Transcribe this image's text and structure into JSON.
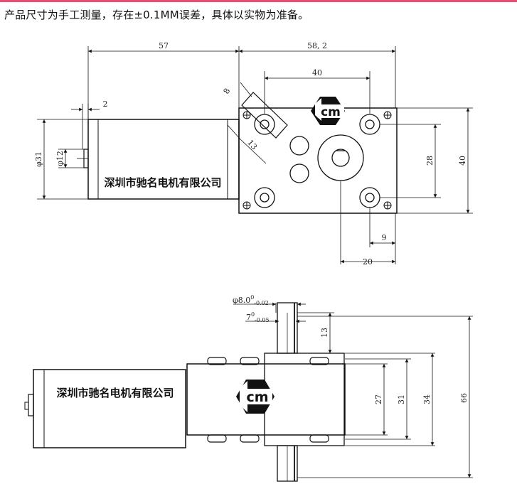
{
  "note": "产品尺寸为手工测量，存在±0.1MM误差，具体以实物为准备。",
  "brand_text": "深圳市驰名电机有限公司",
  "logo_text": "cm",
  "dims": {
    "d57": "57",
    "d58": "58, 2",
    "d40top": "40",
    "d2": "2",
    "d8": "8",
    "d13": "13",
    "d31": "φ31",
    "d12": "φ12",
    "d28": "28",
    "d40right": "40",
    "d9": "9",
    "d20": "20",
    "shaft_dia_base": "φ8.0",
    "shaft_dia_tol_top": "0",
    "shaft_dia_tol_bottom": "-0.02",
    "flat_base": "7",
    "flat_tol_top": "0",
    "flat_tol_bottom": "-0.05",
    "d13side": "13",
    "d27": "27",
    "d31side": "31",
    "d34": "34",
    "d66": "66"
  }
}
